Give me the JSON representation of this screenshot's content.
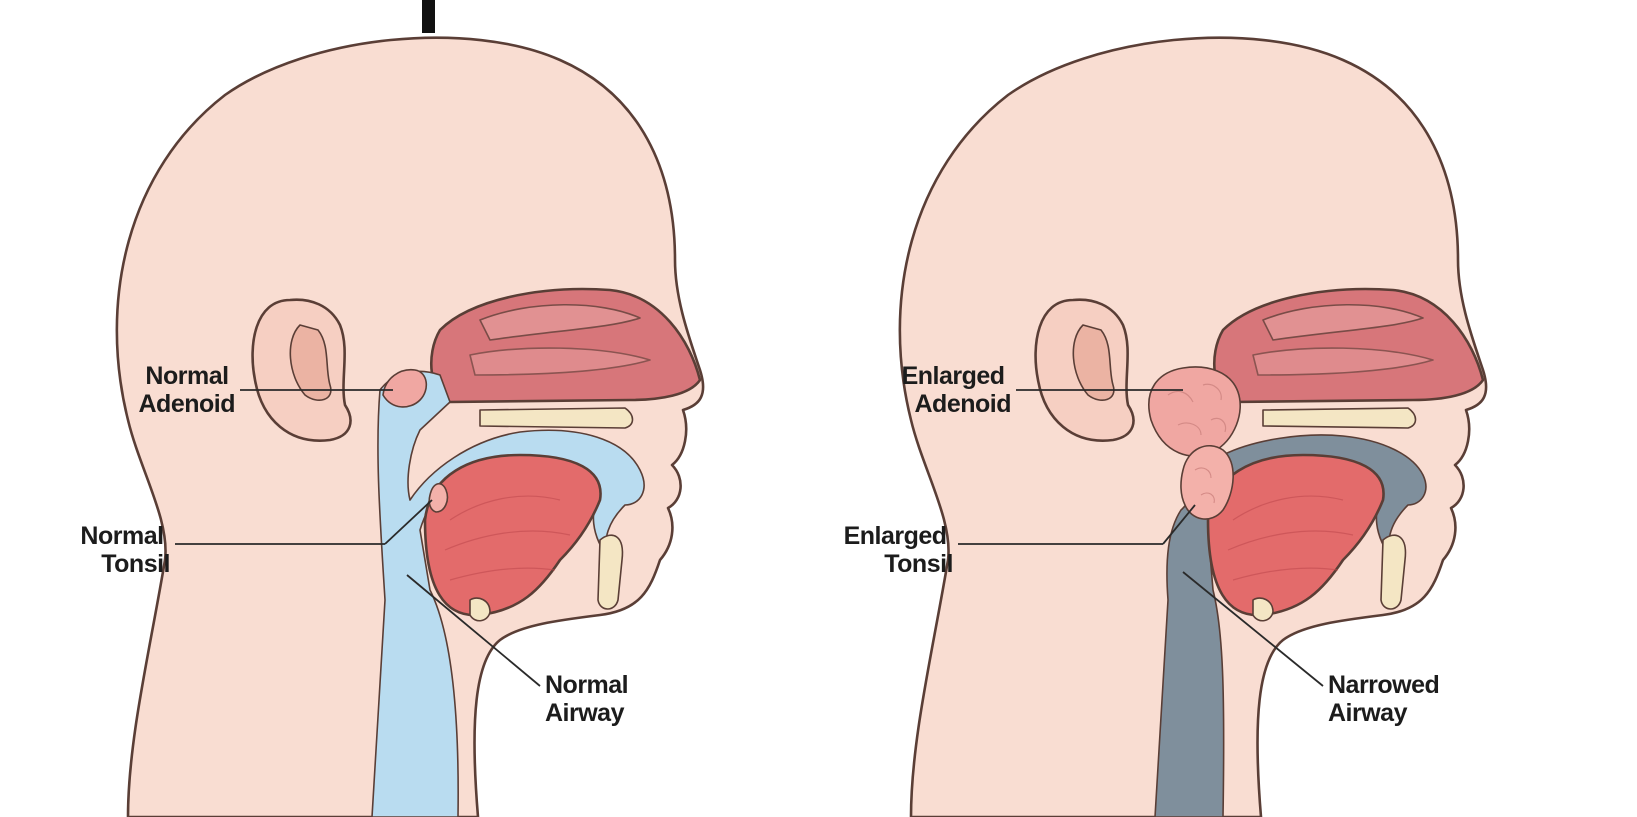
{
  "panels": [
    {
      "id": "normal",
      "labels": {
        "adenoid": [
          "Normal",
          "Adenoid"
        ],
        "tonsil": [
          "Normal",
          "Tonsil"
        ],
        "airway": [
          "Normal",
          "Airway"
        ]
      },
      "airway_color": "#b9dcf0"
    },
    {
      "id": "enlarged",
      "labels": {
        "adenoid": [
          "Enlarged",
          "Adenoid"
        ],
        "tonsil": [
          "Enlarged",
          "Tonsil"
        ],
        "airway": [
          "Narrowed",
          "Airway"
        ]
      },
      "airway_color": "#7f8f9c"
    }
  ],
  "colors": {
    "skin": "#f9ddd2",
    "skin_shadow": "#f1c6b8",
    "nasal": "#d7767a",
    "nasal_light": "#e59a9a",
    "tongue": "#e36b6b",
    "tongue_light": "#f08f86",
    "bone": "#f4e6c4",
    "adenoid": "#f0a7a2",
    "tonsil": "#f3b1aa"
  }
}
